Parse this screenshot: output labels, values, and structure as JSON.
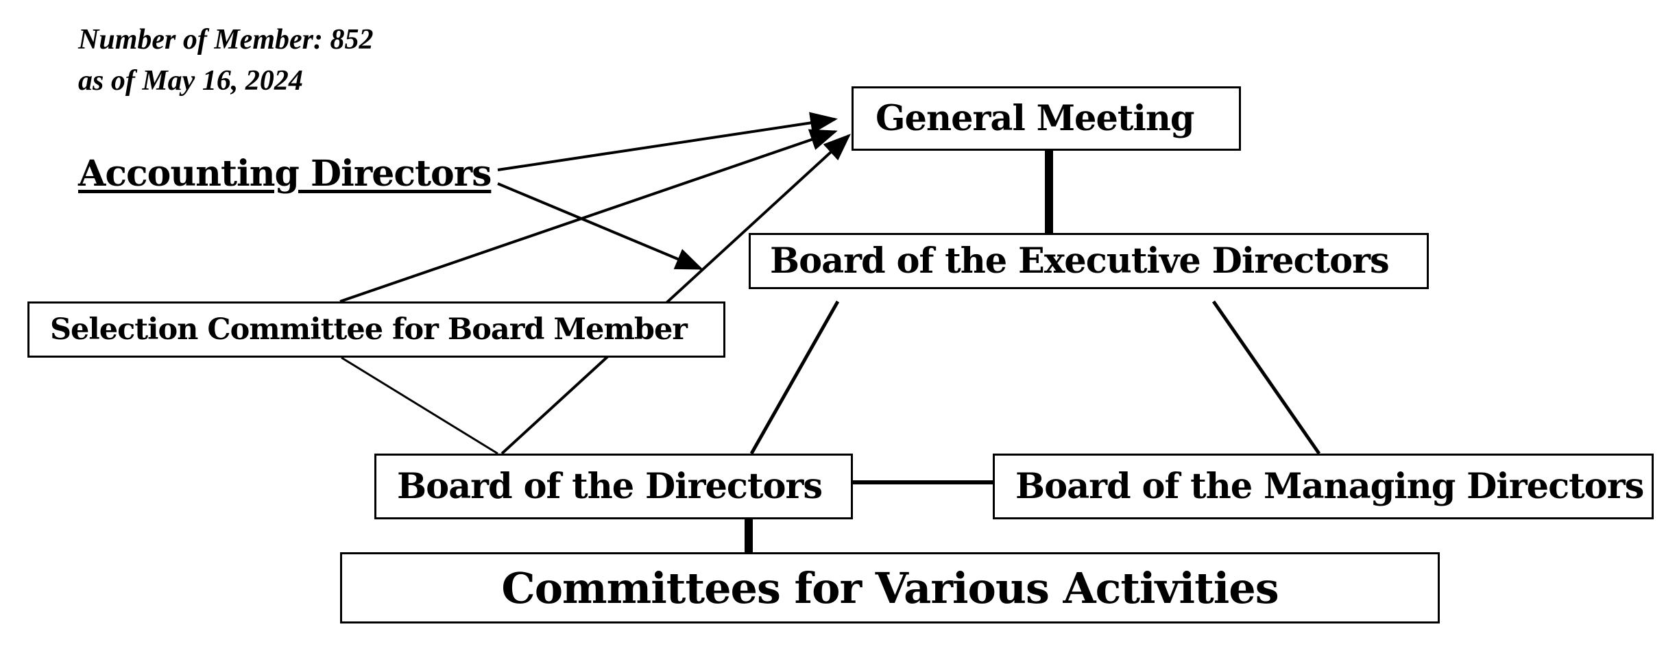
{
  "header": {
    "member_count": "Number of Member: 852",
    "as_of_date": "as of May 16, 2024"
  },
  "accounting_directors": "Accounting Directors",
  "nodes": {
    "general_meeting": "General Meeting",
    "executive_directors": "Board of  the Executive Directors",
    "selection_committee": "Selection Committee for Board Member",
    "directors": "Board of  the Directors",
    "managing_directors": "Board of the Managing Directors",
    "committees": "Committees for Various Activities"
  },
  "colors": {
    "line": "#000000",
    "box_border": "#000000",
    "background": "#ffffff"
  }
}
